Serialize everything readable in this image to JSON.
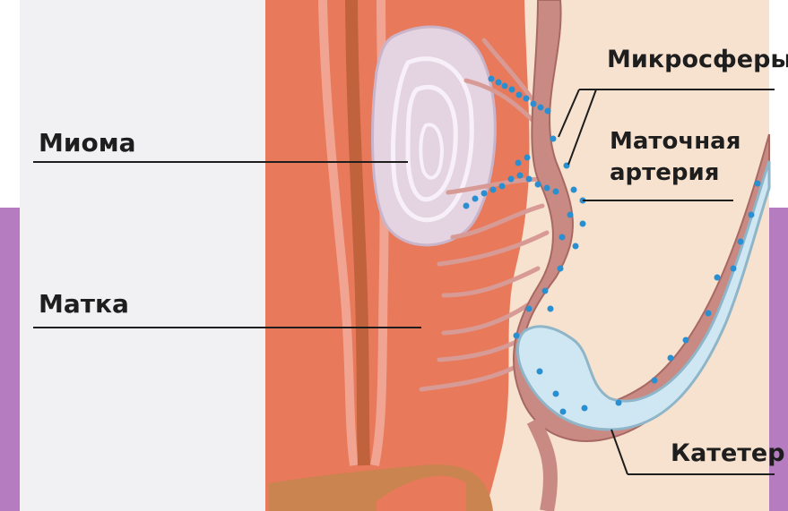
{
  "labels": {
    "mioma": "Миома",
    "matka": "Матка",
    "microspheres": "Микросферы",
    "uterine_artery_line1": "Маточная",
    "uterine_artery_line2": "артерия",
    "catheter": "Катетер"
  },
  "colors": {
    "frame_purple": "#b57cc0",
    "left_panel": "#f1f1f3",
    "uterus_body": "#e8795a",
    "background_tissue": "#f6e2cf",
    "artery": "#c98a84",
    "catheter_fill": "#cfe7f3",
    "microsphere": "#2a8fd0",
    "fibroid": "#e4d3e1"
  }
}
